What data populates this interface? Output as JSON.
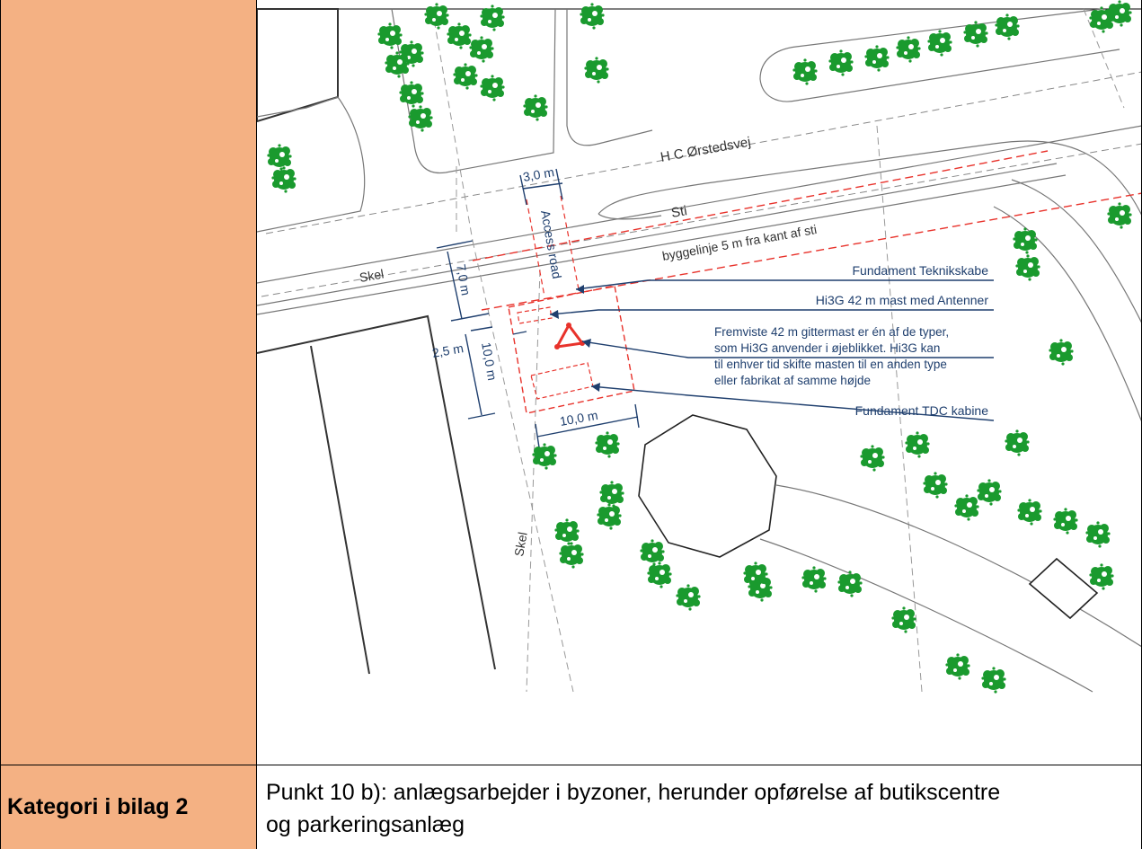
{
  "map": {
    "road_name": "H C Ørstedsvej",
    "path_label": "Sti",
    "building_line": "byggelinje 5 m fra kant af sti",
    "boundary_label_1": "Skel",
    "boundary_label_2": "Skel",
    "access_road": "Access road",
    "dim_3m": "3,0 m",
    "dim_7m": "7,0 m",
    "dim_2_5m": "2,5 m",
    "dim_10m_vertical": "10,0 m",
    "dim_10m_horizontal": "10,0 m",
    "callout_teknikskabe": "Fundament Teknikskabe",
    "callout_mast": "Hi3G 42 m mast med Antenner",
    "callout_note_lines": [
      "Fremviste 42 m gittermast er én af de typer,",
      "som Hi3G anvender i øjeblikket. Hi3G kan",
      "til enhver tid skifte masten til en anden type",
      "eller fabrikat af samme højde"
    ],
    "callout_tdc": "Fundament TDC kabine"
  },
  "row2": {
    "label": "Kategori i bilag 2",
    "text_line1": "Punkt 10 b): anlægsarbejder i byzoner, herunder opførelse af butikscentre",
    "text_line2": "og parkeringsanlæg"
  },
  "colors": {
    "label_cell": "#f4b183",
    "tree_green": "#1a9a2e",
    "red_dash": "#e8322b",
    "callout_blue": "#1f3f6e"
  }
}
